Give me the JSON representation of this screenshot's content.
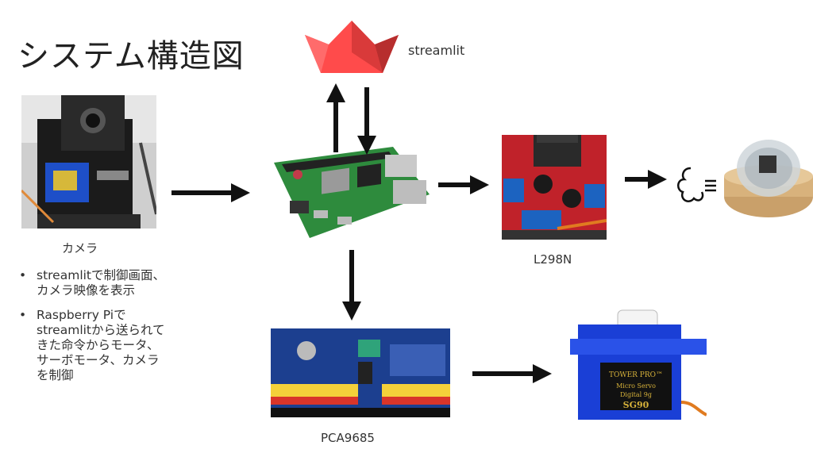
{
  "title": "システム構造図",
  "streamlit": {
    "label": "streamlit"
  },
  "components": {
    "camera": "カメラ",
    "motor_driver": "L298N",
    "pwm_driver": "PCA9685"
  },
  "servo_print": {
    "brand": "TOWER PRO™",
    "line1": "Micro Servo",
    "line2": "Digital 9g",
    "model": "SG90"
  },
  "bullets": [
    "streamlitで制御画面、\nカメラ映像を表示",
    "Raspberry Piで\nstreamlitから送られて\nきた命令からモータ、\nサーボモータ、カメラ\nを制御"
  ],
  "colors": {
    "arrow": "#111111",
    "streamlit_red": "#FF4B4B",
    "raspi_green": "#2e8b3d",
    "pca_blue": "#1c3f8f",
    "servo_blue": "#1a3fd6"
  }
}
